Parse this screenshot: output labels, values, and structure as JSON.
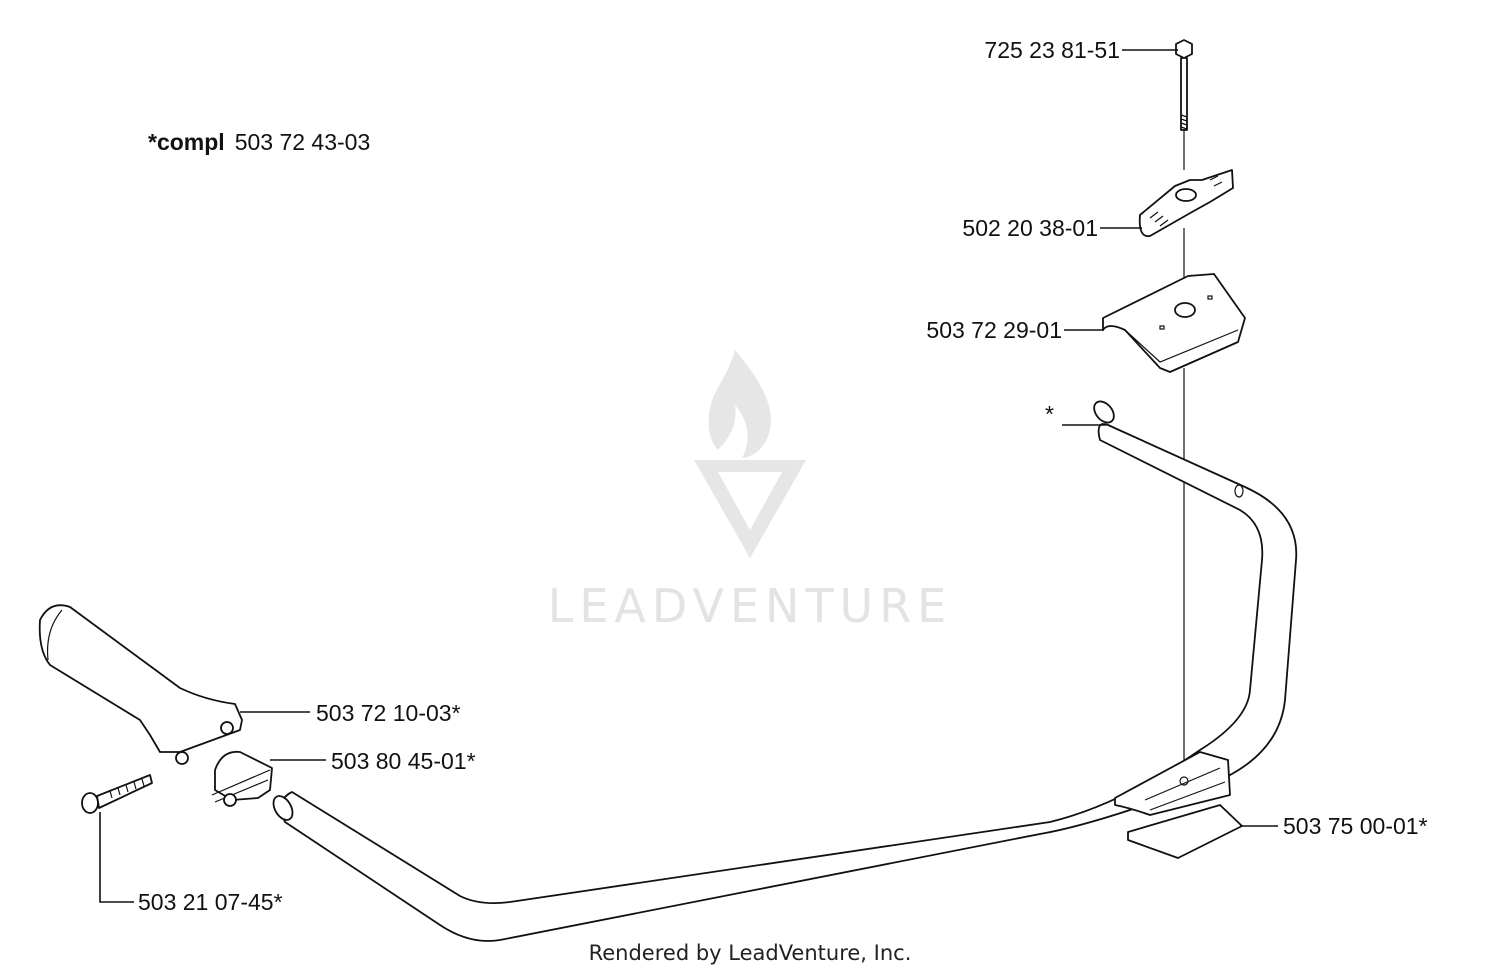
{
  "note": {
    "prefix": "*compl",
    "part_number": "503 72 43-03"
  },
  "watermark": {
    "text": "LEADVENTURE"
  },
  "footer": {
    "text": "Rendered by LeadVenture, Inc."
  },
  "labels": {
    "bolt": "725 23 81-51",
    "wing_knob": "502 20 38-01",
    "upper_clamp": "503 72 29-01",
    "handle_asterisk": "*",
    "grip": "503 72 10-03*",
    "grip_clamp": "503 80 45-01*",
    "screw": "503 21 07-45*",
    "lower_clamp": "503 75 00-01*"
  }
}
